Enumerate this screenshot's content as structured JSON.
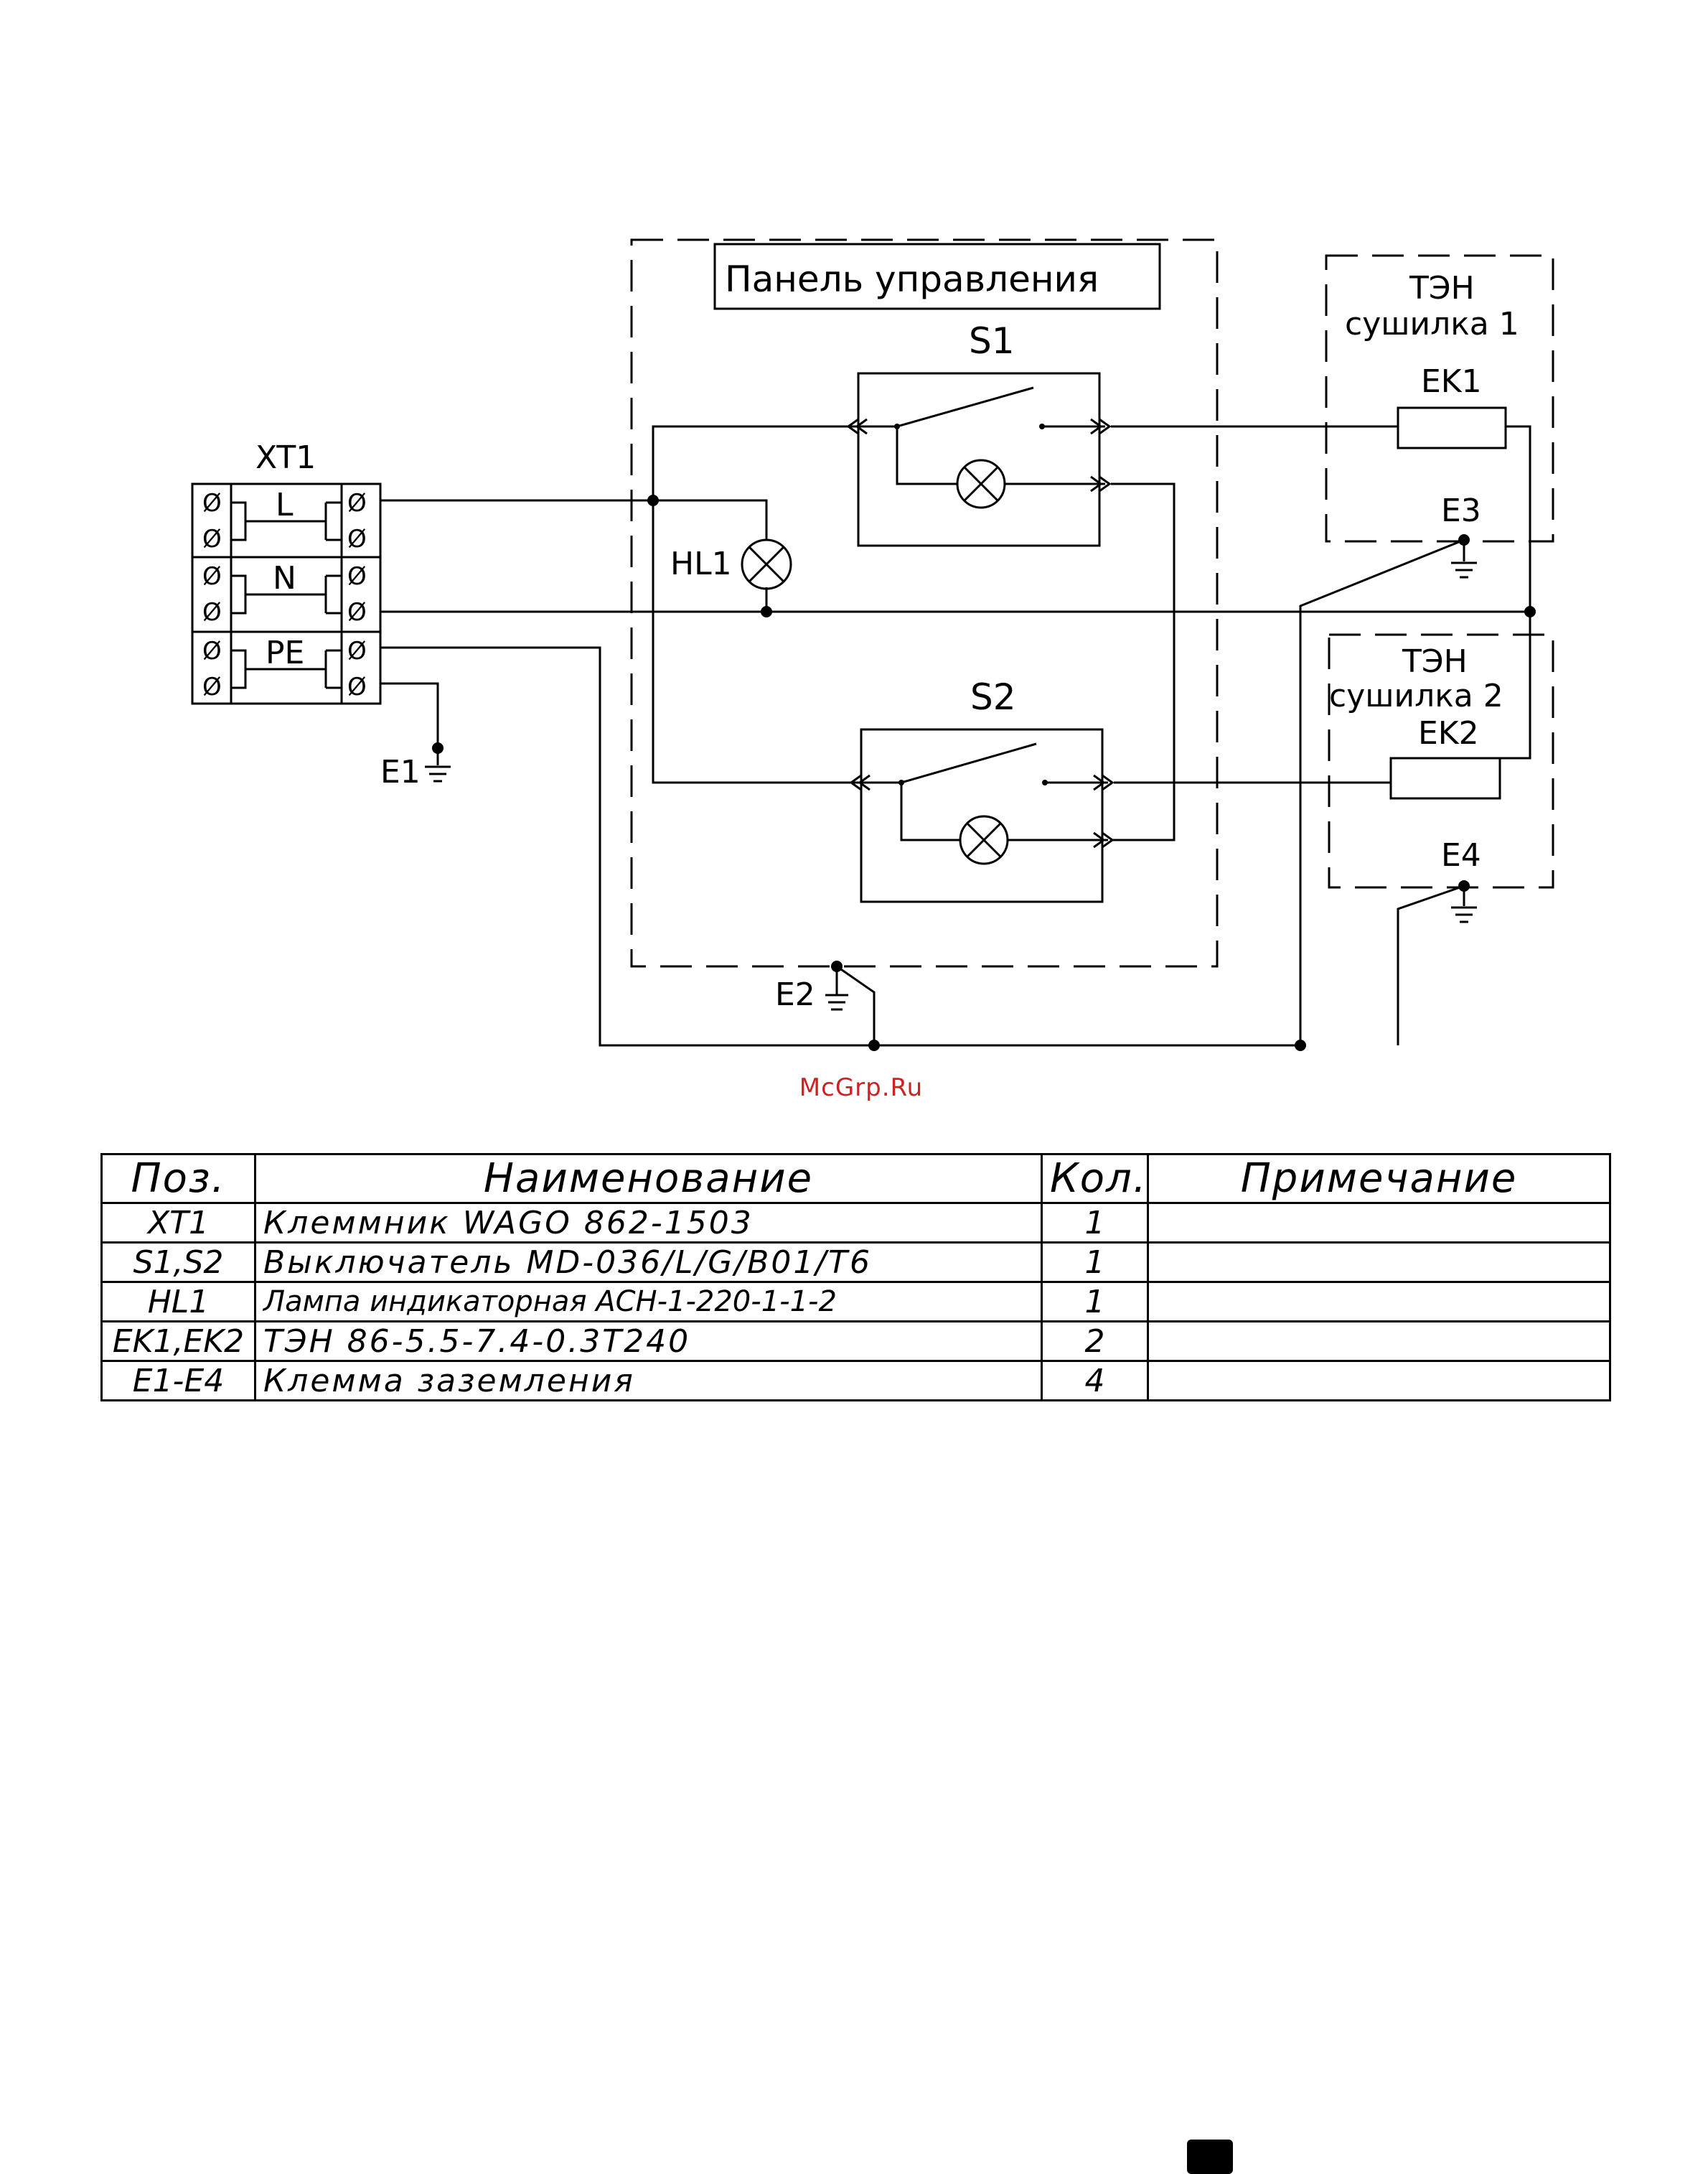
{
  "diagram": {
    "terminal_block": {
      "label": "XT1",
      "rows": [
        "L",
        "N",
        "PE"
      ],
      "contact_glyph": "Ø"
    },
    "control_panel": {
      "title": "Панель управления"
    },
    "switch_1": {
      "label": "S1"
    },
    "switch_2": {
      "label": "S2"
    },
    "indicator_lamp": {
      "label": "HL1"
    },
    "heater_group_1": {
      "title_line1": "ТЭН",
      "title_line2": "сушилка 1",
      "element": "EK1",
      "ground": "E3"
    },
    "heater_group_2": {
      "title_line1": "ТЭН",
      "title_line2": "сушилка 2",
      "element": "EK2",
      "ground": "E4"
    },
    "grounds": {
      "e1": "E1",
      "e2": "E2"
    }
  },
  "watermark": "McGrp.Ru",
  "spec_table": {
    "headers": [
      "Поз.",
      "Наименование",
      "Кол.",
      "Примечание"
    ],
    "rows": [
      [
        "XT1",
        "Клеммник WAGO 862-1503",
        "1",
        ""
      ],
      [
        "S1,S2",
        "Выключатель MD-036/L/G/B01/T6",
        "1",
        ""
      ],
      [
        "HL1",
        "Лампа индикаторная ACH-1-220-1-1-2",
        "1",
        ""
      ],
      [
        "EK1,EK2",
        "ТЭН 86-5.5-7.4-0.3T240",
        "2",
        ""
      ],
      [
        "E1-E4",
        "Клемма заземления",
        "4",
        ""
      ]
    ]
  }
}
